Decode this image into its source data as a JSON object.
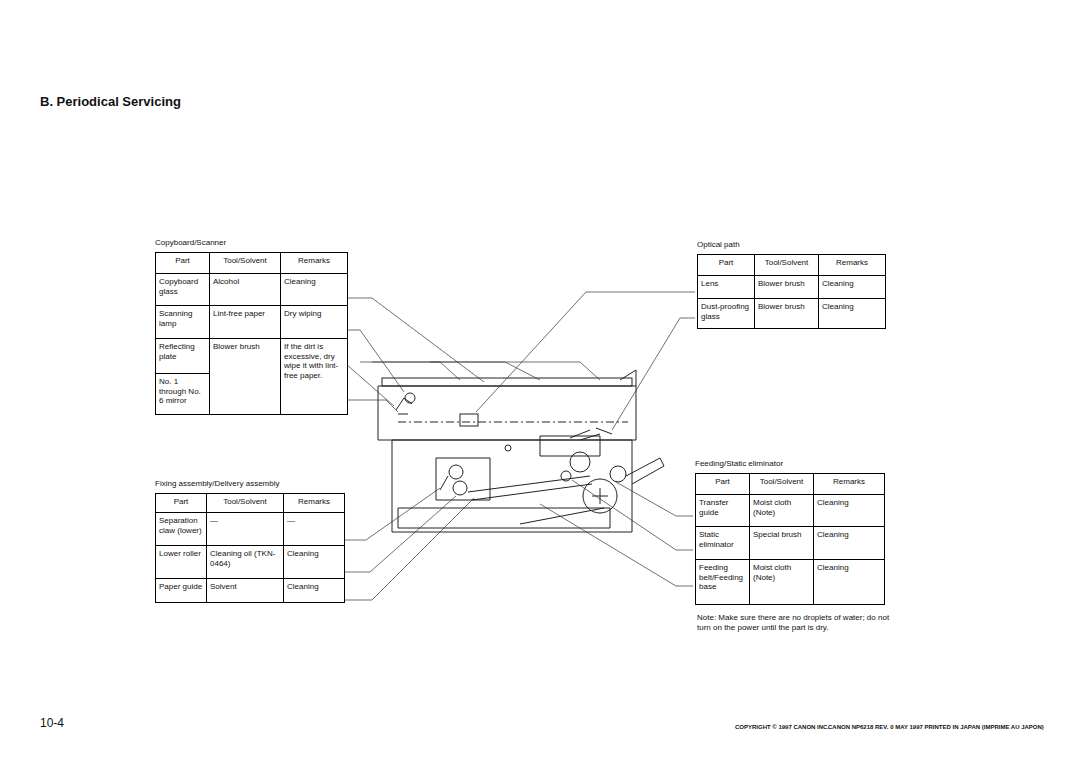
{
  "diagram": {
    "title": "B. Periodical Servicing",
    "nodes": [
      {
        "text": [
          "Copyboard/Scanner",
          "Part",
          "Tool/Solvent",
          "Remarks",
          "Copyboard glass",
          "Alcohol",
          "Cleaning",
          "Scanning lamp",
          "Lint-free paper",
          "Dry wiping",
          "Reflecting plate",
          "Blower brush",
          "If the dirt is excessive, dry wipe it with lint-free paper.",
          "No. 1 through No. 6 mirror"
        ]
      },
      {
        "text": [
          "Optical path",
          "Part",
          "Tool/Solvent",
          "Remarks",
          "Lens",
          "Blower brush",
          "Cleaning",
          "Dust-proofing glass",
          "Blower brush",
          "Cleaning"
        ]
      },
      {
        "text": [
          "Fixing assembly/Delivery assembly",
          "Part",
          "Tool/Solvent",
          "Remarks",
          "Separation claw (lower)",
          "—",
          "—",
          "Lower roller",
          "Cleaning oil (TKN-0464)",
          "Cleaning",
          "Paper guide",
          "Solvent",
          "Cleaning"
        ]
      },
      {
        "text": [
          "Feeding/Static eliminator",
          "Part",
          "Tool/Solvent",
          "Remarks",
          "Transfer guide",
          "Moist cloth (Note)",
          "Cleaning",
          "Static eliminator",
          "Special brush",
          "Cleaning",
          "Feeding belt/Feeding base",
          "Moist cloth (Note)",
          "Cleaning"
        ]
      }
    ],
    "labels": [
      "Note:  Make sure there are no droplets of water; do not turn on the power until the part is dry.",
      "10-4",
      "COPYRIGHT © 1997 CANON INC.",
      "CANON NP6218 REV. 0 MAY 1997 PRINTED IN JAPAN (IMPRIME AU JAPON)"
    ]
  }
}
